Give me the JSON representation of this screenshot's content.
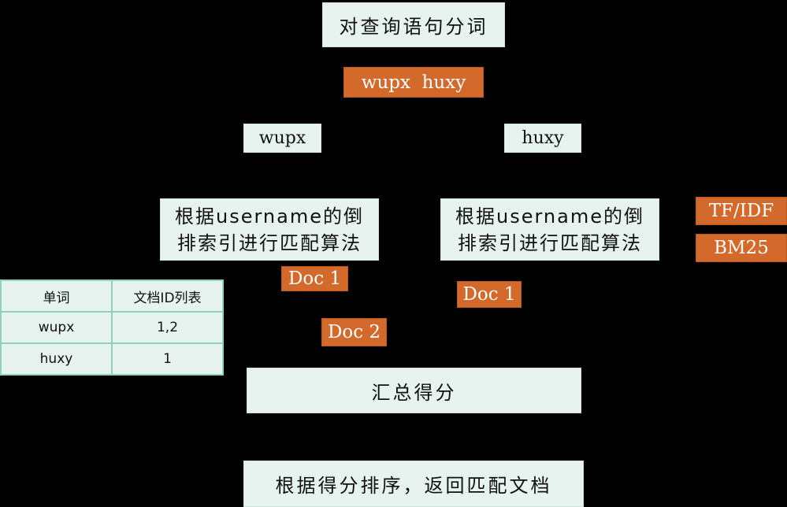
{
  "nodes": {
    "tokenize": "对查询语句分词",
    "query": "wupx  huxy",
    "term1": "wupx",
    "term2": "huxy",
    "match_left": "根据username的倒排索引进行匹配算法",
    "match_right": "根据username的倒排索引进行匹配算法",
    "tfidf": "TF/IDF",
    "bm25": "BM25",
    "doc1_left": "Doc 1",
    "doc1_right": "Doc 1",
    "doc2": "Doc 2",
    "aggregate": "汇总得分",
    "result": "根据得分排序，返回匹配文档"
  },
  "table": {
    "headers": [
      "单词",
      "文档ID列表"
    ],
    "rows": [
      [
        "wupx",
        "1,2"
      ],
      [
        "huxy",
        "1"
      ]
    ]
  },
  "colors": {
    "box": "#e6f3ef",
    "accent": "#d36a2b",
    "background": "#000000"
  }
}
